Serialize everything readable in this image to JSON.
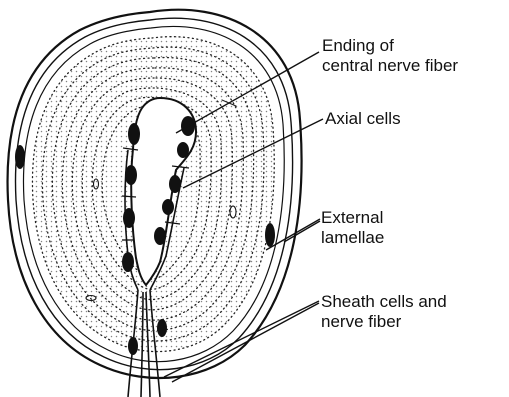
{
  "labels": {
    "ending": {
      "line1": "Ending of",
      "line2": "central nerve fiber"
    },
    "axial": {
      "line1": "Axial cells"
    },
    "external": {
      "line1": "External",
      "line2": "lamellae"
    },
    "sheath": {
      "line1": "Sheath cells and",
      "line2": "nerve fiber"
    }
  },
  "colors": {
    "ink": "#111111",
    "paper": "#ffffff"
  }
}
